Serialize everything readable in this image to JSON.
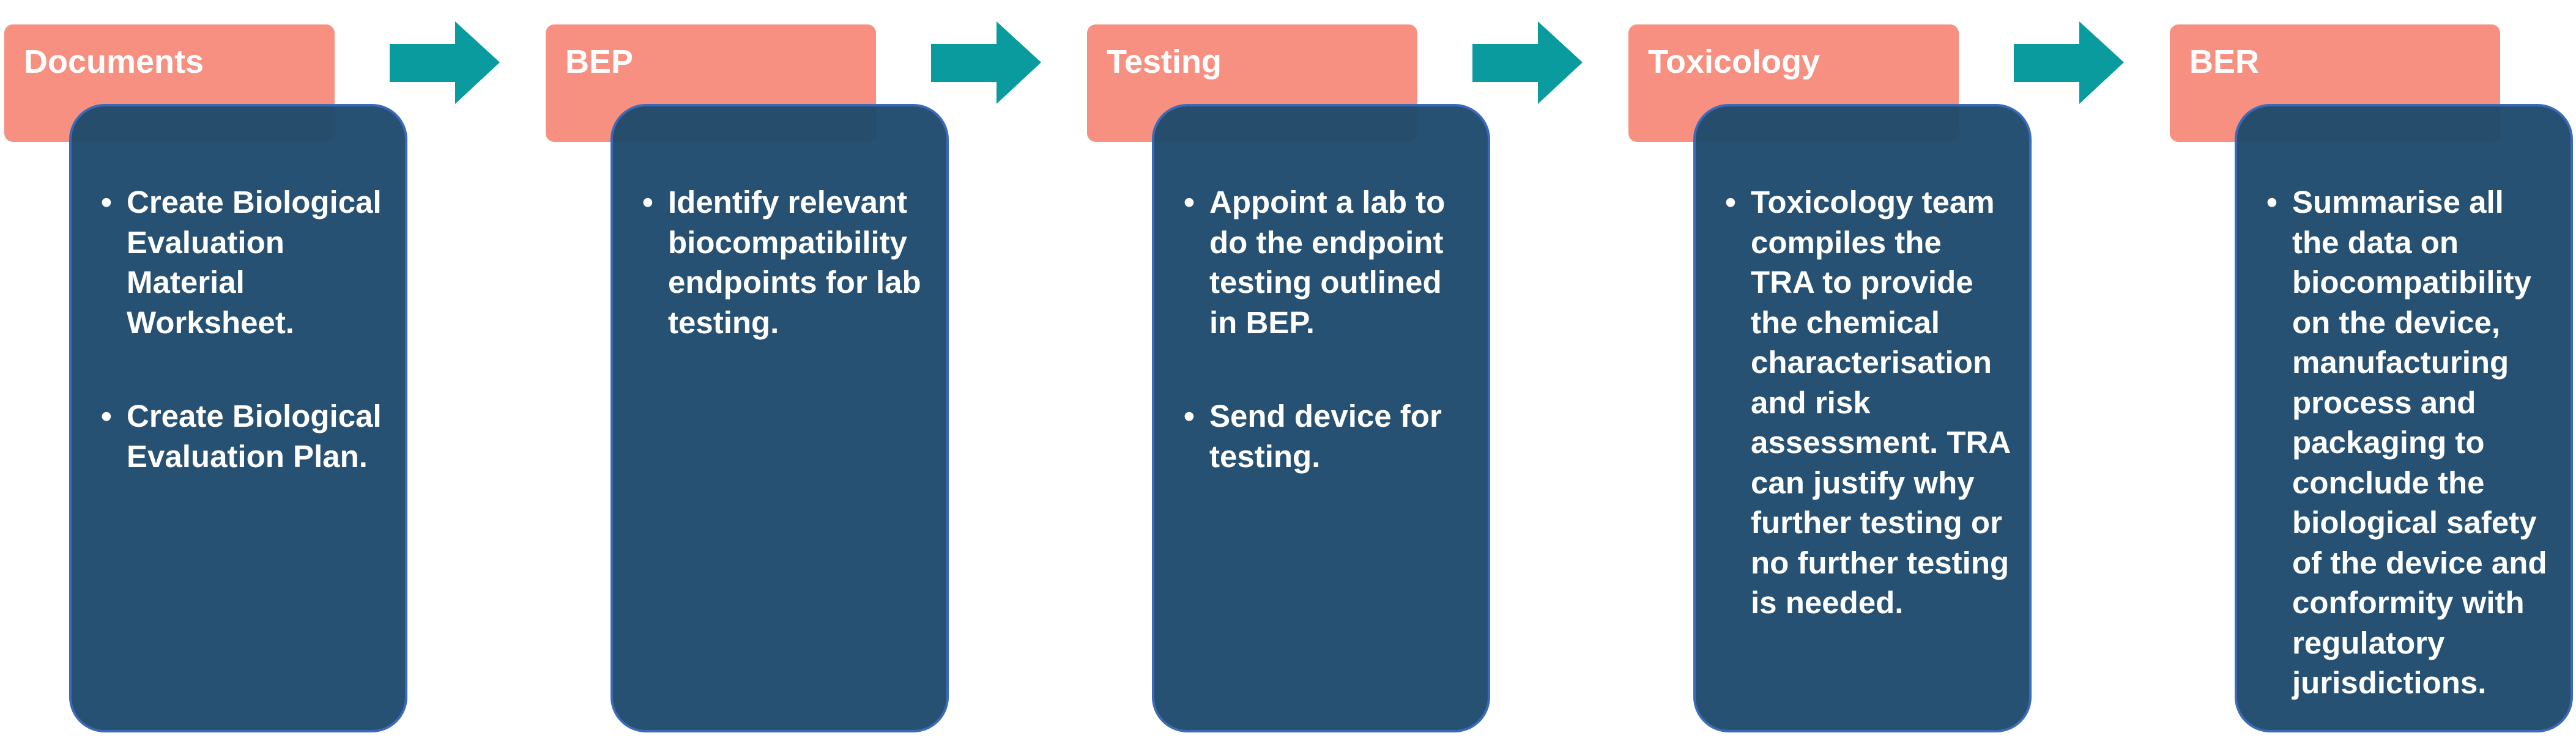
{
  "colors": {
    "header_fill": "#f79080",
    "body_fill": "#1e4a6c",
    "body_border": "#3c6ab8",
    "arrow_fill": "#0a9b9e",
    "text": "#ffffff"
  },
  "arrow_icon": "right-arrow-icon",
  "bullet_symbol": "•",
  "stages": [
    {
      "title": "Documents",
      "bullets": [
        "Create Biological Evaluation Material Worksheet.",
        "Create Biological Evaluation Plan."
      ]
    },
    {
      "title": "BEP",
      "bullets": [
        "Identify relevant biocompatibility endpoints for lab testing."
      ]
    },
    {
      "title": "Testing",
      "bullets": [
        "Appoint a lab to do the endpoint testing outlined in BEP.",
        "Send device for testing."
      ]
    },
    {
      "title": "Toxicology",
      "bullets": [
        "Toxicology team compiles the TRA to provide the chemical characterisation and risk assessment. TRA can justify why further testing or no further testing is needed."
      ]
    },
    {
      "title": "BER",
      "bullets": [
        "Summarise all the data on biocompatibility on the device, manufacturing process and packaging to conclude the biological safety of the device and conformity with regulatory jurisdictions."
      ]
    }
  ]
}
